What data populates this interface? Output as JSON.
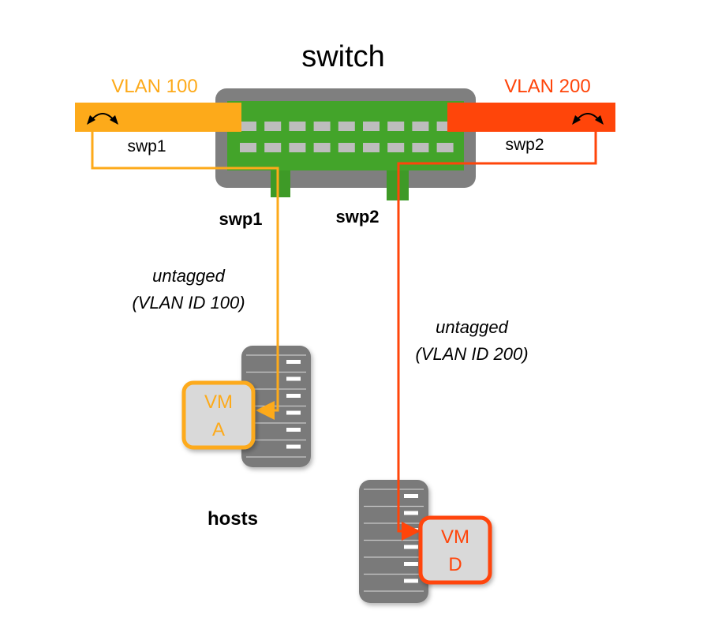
{
  "title": "switch",
  "colors": {
    "vlan100": "#FDAA1A",
    "vlan200": "#FF450A",
    "switch_body": "#7F7F7F",
    "switch_board": "#43A42A",
    "port_slot": "#BDBDBD",
    "host_body": "#7A7A7A",
    "vm_fill": "#D9D9D9",
    "text": "#000000"
  },
  "vlans": [
    {
      "label": "VLAN 100",
      "port": "swp1"
    },
    {
      "label": "VLAN 200",
      "port": "swp2"
    }
  ],
  "switch_ports": [
    {
      "label": "swp1"
    },
    {
      "label": "swp2"
    }
  ],
  "links": [
    {
      "line1": "untagged",
      "line2": "(VLAN ID 100)"
    },
    {
      "line1": "untagged",
      "line2": "(VLAN ID 200)"
    }
  ],
  "vms": [
    {
      "line1": "VM",
      "line2": "A"
    },
    {
      "line1": "VM",
      "line2": "D"
    }
  ],
  "hosts_label": "hosts"
}
